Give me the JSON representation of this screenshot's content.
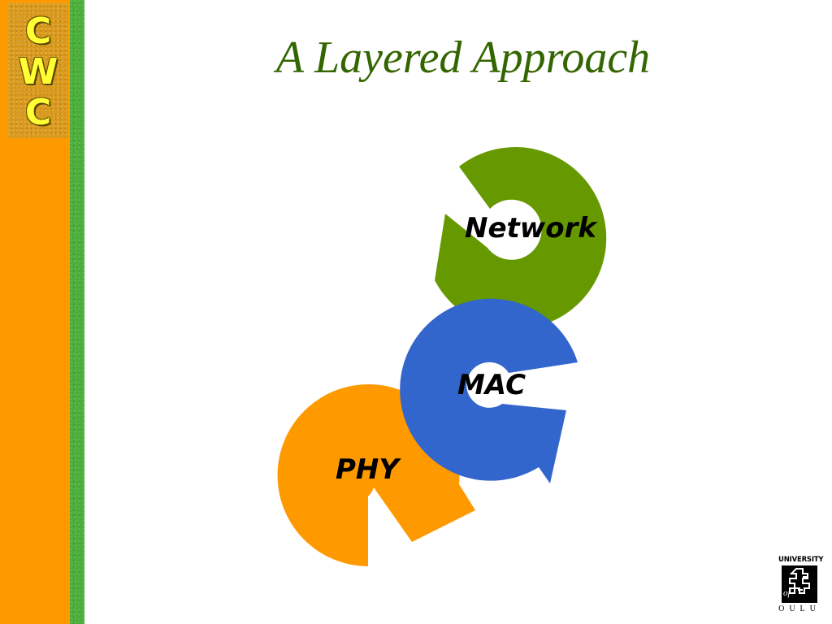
{
  "slide": {
    "title": "A Layered Approach",
    "logo": {
      "letters": [
        "C",
        "W",
        "C"
      ]
    },
    "layers": [
      {
        "label": "Network",
        "color": "#669900"
      },
      {
        "label": "MAC",
        "color": "#3366cc"
      },
      {
        "label": "PHY",
        "color": "#ff9900"
      }
    ],
    "university_logo": {
      "top_text": "UNIVERSITY",
      "middle_text": "of",
      "bottom_text": "OULU"
    }
  }
}
